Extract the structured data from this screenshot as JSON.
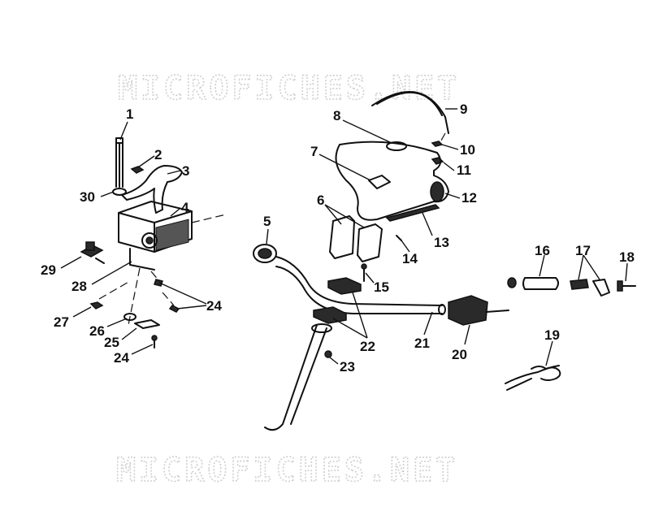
{
  "watermark": {
    "top": "MICROFICHES.NET",
    "bottom": "MICROFICHES.NET"
  },
  "callouts": [
    "1",
    "2",
    "3",
    "4",
    "5",
    "6",
    "7",
    "8",
    "9",
    "10",
    "11",
    "12",
    "13",
    "14",
    "15",
    "16",
    "17",
    "18",
    "19",
    "20",
    "21",
    "22",
    "23",
    "24",
    "24",
    "25",
    "26",
    "27",
    "28",
    "29",
    "30"
  ]
}
